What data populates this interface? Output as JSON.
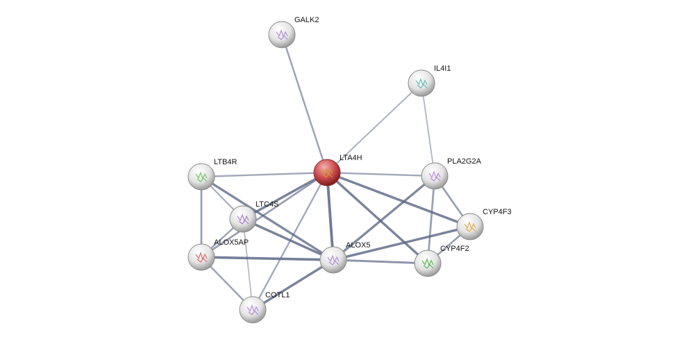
{
  "network": {
    "query_color": "#c0393b",
    "node_color": "#e6e6e6",
    "edge_color": "#5c6685",
    "nodes": [
      {
        "id": "GALK2",
        "label": "GALK2",
        "query": false,
        "glyph": "#a87fd0"
      },
      {
        "id": "IL4I1",
        "label": "IL4I1",
        "query": false,
        "glyph": "#4cb8a8"
      },
      {
        "id": "LTA4H",
        "label": "LTA4H",
        "query": true,
        "glyph": "#d0a020"
      },
      {
        "id": "LTB4R",
        "label": "LTB4R",
        "query": false,
        "glyph": "#5ac050"
      },
      {
        "id": "PLA2G2A",
        "label": "PLA2G2A",
        "query": false,
        "glyph": "#b07ad8"
      },
      {
        "id": "LTC4S",
        "label": "LTC4S",
        "query": false,
        "glyph": "#a070c8"
      },
      {
        "id": "CYP4F3",
        "label": "CYP4F3",
        "query": false,
        "glyph": "#e0a030"
      },
      {
        "id": "ALOX5AP",
        "label": "ALOX5AP",
        "query": false,
        "glyph": "#e05050"
      },
      {
        "id": "ALOX5",
        "label": "ALOX5",
        "query": false,
        "glyph": "#a87fd0"
      },
      {
        "id": "CYP4F2",
        "label": "CYP4F2",
        "query": false,
        "glyph": "#40b040"
      },
      {
        "id": "COTL1",
        "label": "COTL1",
        "query": false,
        "glyph": "#a87fd0"
      }
    ],
    "edges": [
      {
        "source": "GALK2",
        "target": "LTA4H",
        "weight": 0.5
      },
      {
        "source": "IL4I1",
        "target": "LTA4H",
        "weight": 0.35
      },
      {
        "source": "IL4I1",
        "target": "PLA2G2A",
        "weight": 0.3
      },
      {
        "source": "LTA4H",
        "target": "LTB4R",
        "weight": 0.45
      },
      {
        "source": "LTA4H",
        "target": "PLA2G2A",
        "weight": 0.45
      },
      {
        "source": "LTA4H",
        "target": "LTC4S",
        "weight": 0.85
      },
      {
        "source": "LTA4H",
        "target": "ALOX5AP",
        "weight": 0.55
      },
      {
        "source": "LTA4H",
        "target": "COTL1",
        "weight": 0.45
      },
      {
        "source": "LTA4H",
        "target": "ALOX5",
        "weight": 0.95
      },
      {
        "source": "LTA4H",
        "target": "CYP4F3",
        "weight": 0.85
      },
      {
        "source": "LTA4H",
        "target": "CYP4F2",
        "weight": 0.85
      },
      {
        "source": "LTB4R",
        "target": "LTC4S",
        "weight": 0.4
      },
      {
        "source": "LTB4R",
        "target": "ALOX5",
        "weight": 0.8
      },
      {
        "source": "LTB4R",
        "target": "ALOX5AP",
        "weight": 0.55
      },
      {
        "source": "LTC4S",
        "target": "ALOX5",
        "weight": 0.85
      },
      {
        "source": "LTC4S",
        "target": "ALOX5AP",
        "weight": 0.5
      },
      {
        "source": "LTC4S",
        "target": "COTL1",
        "weight": 0.25
      },
      {
        "source": "ALOX5AP",
        "target": "ALOX5",
        "weight": 0.9
      },
      {
        "source": "ALOX5AP",
        "target": "COTL1",
        "weight": 0.5
      },
      {
        "source": "ALOX5",
        "target": "COTL1",
        "weight": 0.85
      },
      {
        "source": "ALOX5",
        "target": "PLA2G2A",
        "weight": 0.8
      },
      {
        "source": "ALOX5",
        "target": "CYP4F3",
        "weight": 0.85
      },
      {
        "source": "ALOX5",
        "target": "CYP4F2",
        "weight": 0.65
      },
      {
        "source": "PLA2G2A",
        "target": "CYP4F3",
        "weight": 0.55
      },
      {
        "source": "PLA2G2A",
        "target": "CYP4F2",
        "weight": 0.55
      },
      {
        "source": "CYP4F3",
        "target": "CYP4F2",
        "weight": 0.55
      }
    ]
  }
}
